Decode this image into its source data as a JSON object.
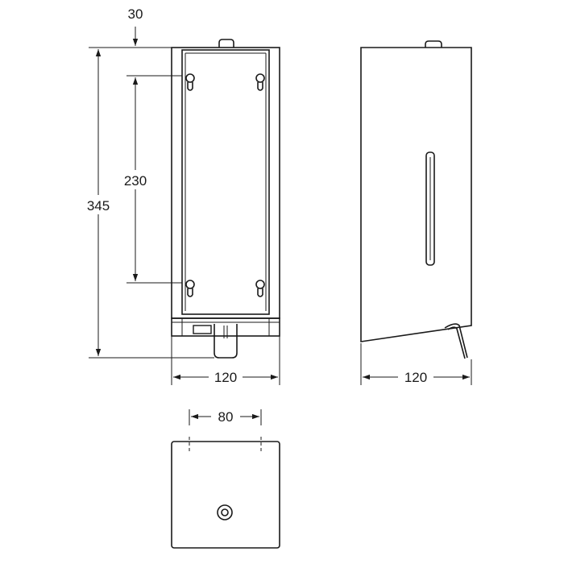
{
  "dimensions": {
    "top_offset": "30",
    "total_height": "345",
    "hole_spacing": "230",
    "front_width": "120",
    "side_depth": "120",
    "bottom_hole_spacing": "80"
  },
  "colors": {
    "line": "#1a1a1a",
    "background": "#ffffff"
  }
}
